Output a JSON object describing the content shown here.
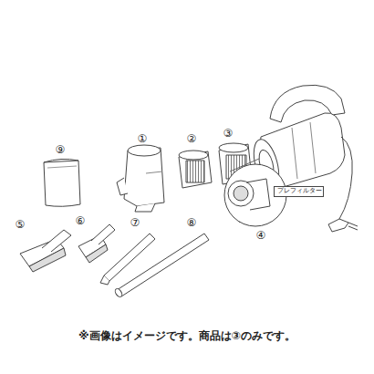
{
  "diagram": {
    "caption": "※画像はイメージです。商品は③のみです。",
    "nodes": [
      {
        "text": [
          "プレフィルター"
        ]
      }
    ],
    "labels": [
      "①",
      "②",
      "③",
      "④",
      "⑤",
      "⑥",
      "⑦",
      "⑧",
      "⑨"
    ]
  }
}
